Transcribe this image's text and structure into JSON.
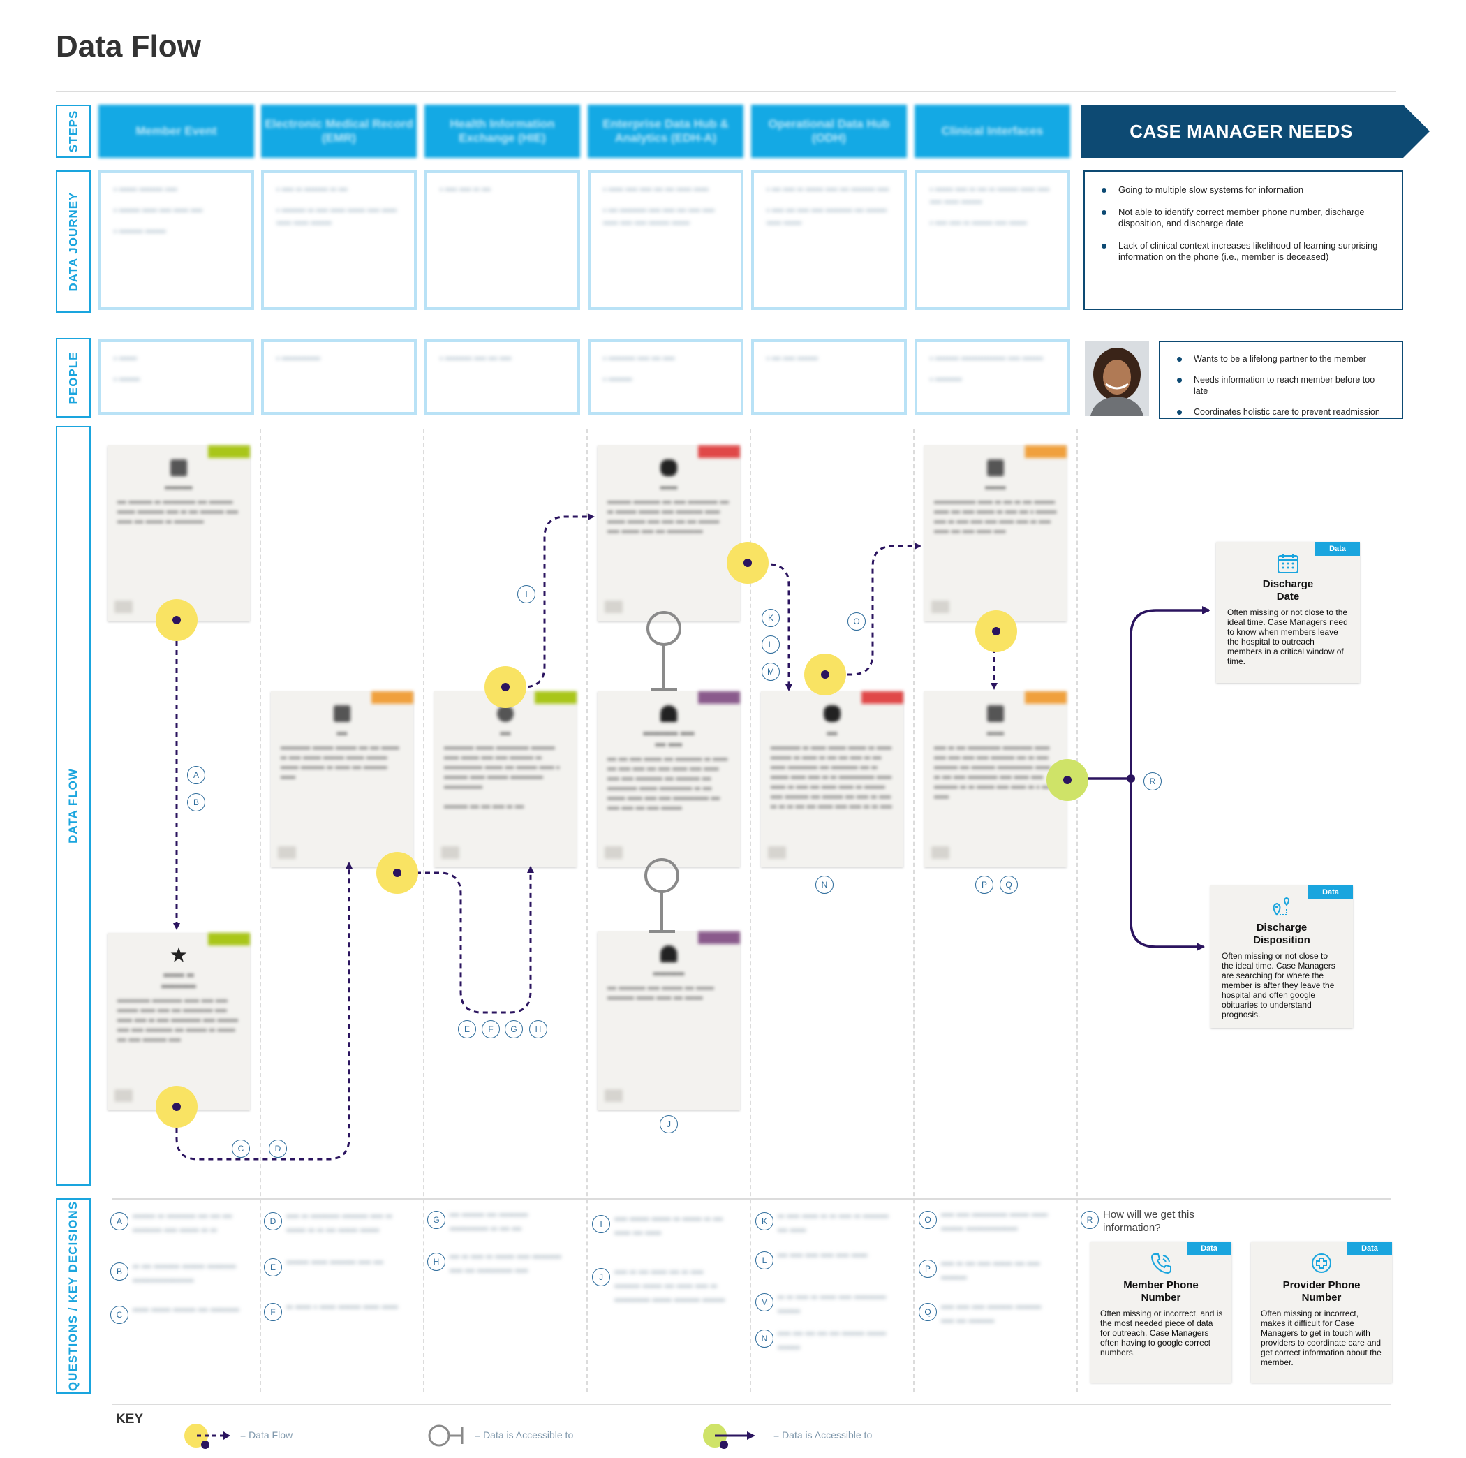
{
  "title": "Data Flow",
  "row_labels": {
    "steps": "STEPS",
    "data_journey": "DATA JOURNEY",
    "people": "PEOPLE",
    "data_flow": "DATA FLOW",
    "questions": "QUESTIONS / KEY DECISIONS"
  },
  "steps": [
    "Member Event",
    "Electronic Medical Record (EMR)",
    "Health Information Exchange (HIE)",
    "Enterprise Data Hub & Analytics (EDH-A)",
    "Operational Data Hub (ODH)",
    "Clinical Interfaces"
  ],
  "case_manager": {
    "header": "CASE MANAGER NEEDS",
    "needs": [
      "Going to multiple slow systems for information",
      "Not able to identify correct member phone number, discharge disposition, and discharge date",
      "Lack of clinical context increases likelihood of learning surprising information on the phone (i.e., member is deceased)"
    ],
    "persona": [
      "Wants to be a lifelong partner to the member",
      "Needs information to reach member before too late",
      "Coordinates holistic care to prevent readmission"
    ]
  },
  "data_cards": {
    "tag": "Data",
    "discharge_date": {
      "title_line1": "Discharge",
      "title_line2": "Date",
      "text": "Often missing or not close to the ideal time. Case Managers need to know when members leave the hospital to outreach members in a critical window of time."
    },
    "discharge_disposition": {
      "title_line1": "Discharge",
      "title_line2": "Disposition",
      "text": "Often missing or not close to the ideal time. Case Managers are searching for where the member is after they leave the hospital and often google obituaries to understand prognosis."
    },
    "member_phone": {
      "title_line1": "Member Phone",
      "title_line2": "Number",
      "text": "Often missing or incorrect, and is the most needed piece of data for outreach. Case Managers often having to google correct numbers."
    },
    "provider_phone": {
      "title_line1": "Provider Phone",
      "title_line2": "Number",
      "text": "Often missing or incorrect, makes it difficult for Case Managers to get in touch with providers to coordinate care and get correct information about the member."
    }
  },
  "flow_labels": [
    "A",
    "B",
    "C",
    "D",
    "E",
    "F",
    "G",
    "H",
    "I",
    "J",
    "K",
    "L",
    "M",
    "N",
    "O",
    "P",
    "Q",
    "R"
  ],
  "question_r": {
    "letter": "R",
    "line1": "How will we get this",
    "line2": "information?"
  },
  "key": {
    "title": "KEY",
    "flow": "= Data Flow",
    "accessible_grey": "= Data is Accessible to",
    "accessible_green": "= Data is Accessible to"
  },
  "colors": {
    "steps_blue": "#14a9e4",
    "navy": "#0d4a73",
    "flow_yellow": "#f9e363",
    "flow_green": "#cfe368",
    "arrow_purple": "#2b145f",
    "data_tag": "#1aa5de"
  }
}
